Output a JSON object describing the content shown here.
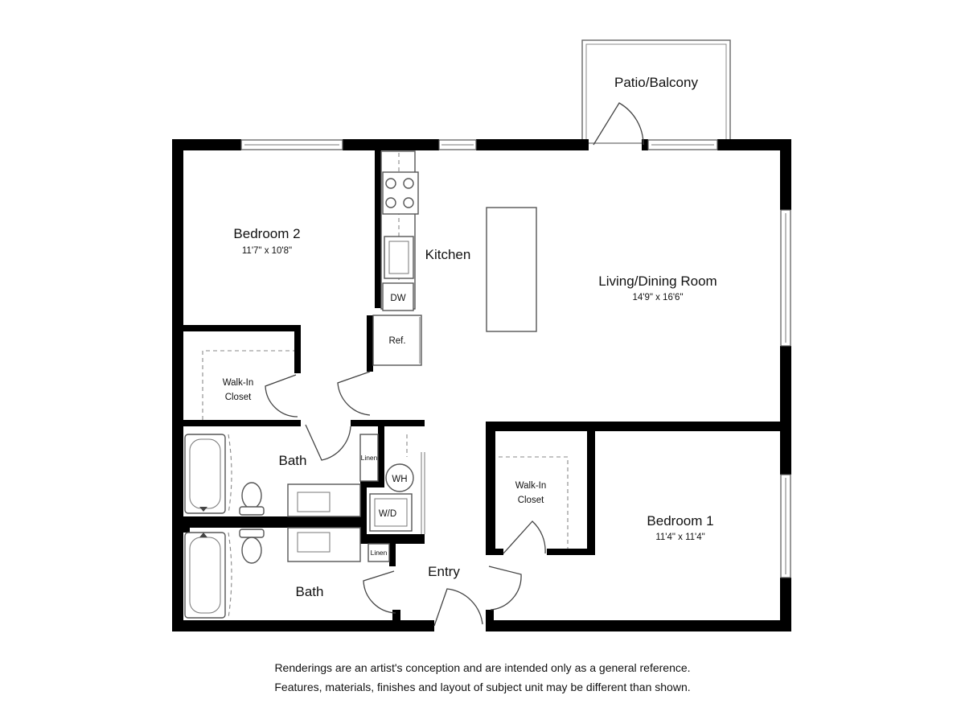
{
  "rooms": {
    "patio": {
      "name": "Patio/Balcony"
    },
    "bedroom2": {
      "name": "Bedroom 2",
      "dims": "11'7\" x 10'8\""
    },
    "kitchen": {
      "name": "Kitchen"
    },
    "living": {
      "name": "Living/Dining Room",
      "dims": "14'9\" x 16'6\""
    },
    "closet2": {
      "name_line1": "Walk-In",
      "name_line2": "Closet"
    },
    "bath_upper": {
      "name": "Bath"
    },
    "bath_lower": {
      "name": "Bath"
    },
    "entry": {
      "name": "Entry"
    },
    "closet1": {
      "name_line1": "Walk-In",
      "name_line2": "Closet"
    },
    "bedroom1": {
      "name": "Bedroom 1",
      "dims": "11'4\" x 11'4\""
    }
  },
  "fixtures": {
    "dishwasher": "DW",
    "refrigerator": "Ref.",
    "water_heater": "WH",
    "washer_dryer": "W/D",
    "linen_upper": "Linen",
    "linen_lower": "Linen"
  },
  "disclaimer": {
    "line1": "Renderings are an artist's conception and are intended only as a general reference.",
    "line2": "Features, materials, finishes and layout of subject unit may be different than shown."
  }
}
